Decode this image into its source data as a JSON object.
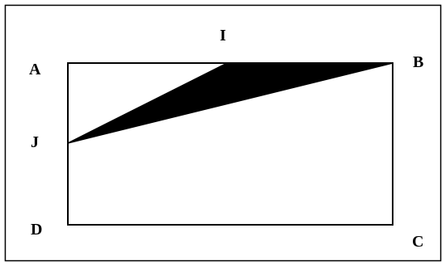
{
  "figure": {
    "labels": {
      "A": "A",
      "B": "B",
      "C": "C",
      "D": "D",
      "I": "I",
      "J": "J"
    },
    "colors": {
      "stroke": "#000000",
      "shaded_region": "#000000",
      "background": "#ffffff"
    }
  }
}
